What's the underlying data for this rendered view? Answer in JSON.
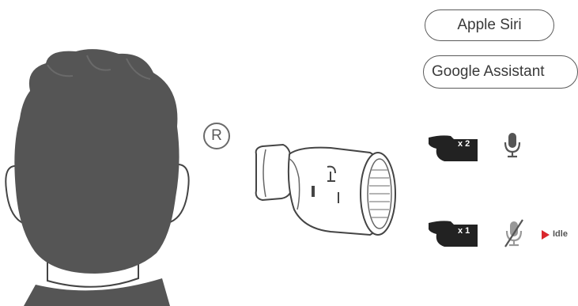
{
  "voice_assistants": [
    {
      "label": "Apple Siri"
    },
    {
      "label": "Google Assistant"
    }
  ],
  "side_marker": "R",
  "gestures": [
    {
      "tap_count": "x 2",
      "icon": "microphone-icon"
    },
    {
      "tap_count": "x 1",
      "icon": "microphone-muted-icon",
      "status": "Idle"
    }
  ],
  "colors": {
    "head": "#555555",
    "neck_outline": "#444444",
    "hand": "#222222",
    "outline": "#5a5a5a",
    "status_triangle": "#d9262c"
  }
}
